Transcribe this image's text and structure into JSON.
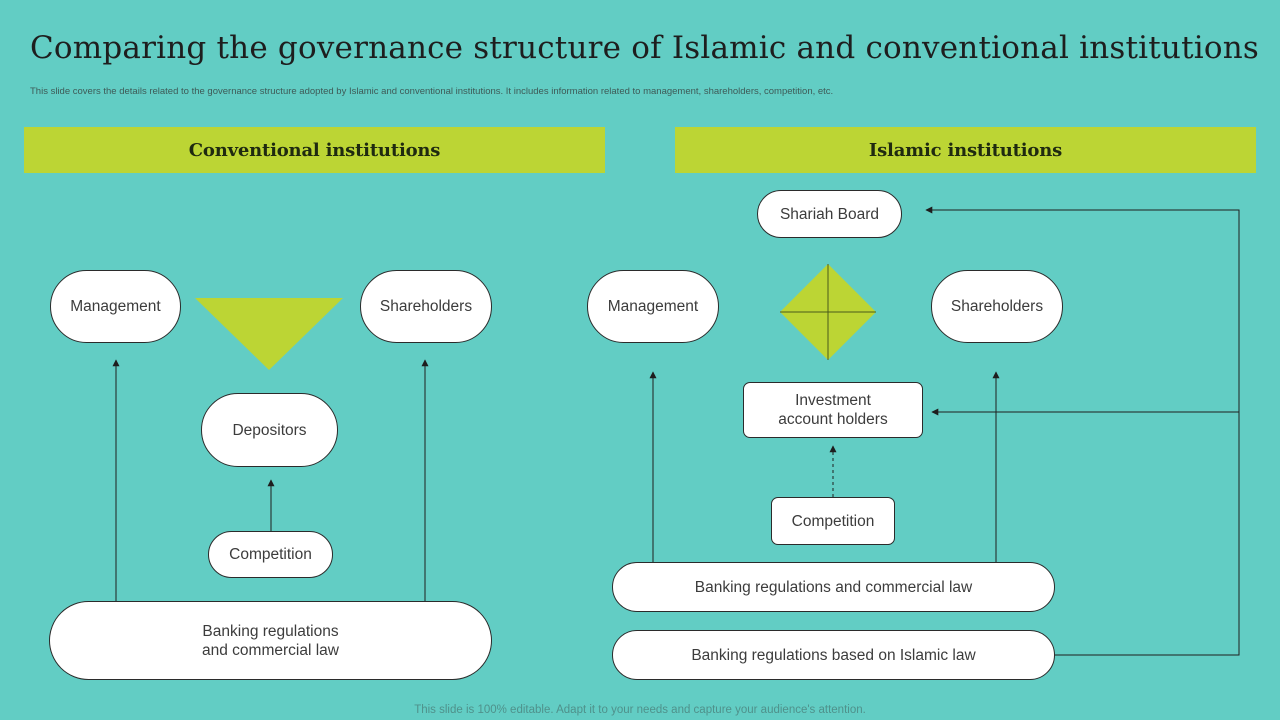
{
  "slide": {
    "title": "Comparing the governance structure of Islamic and conventional institutions",
    "subtitle": "This slide covers the details related to the governance structure adopted by Islamic and conventional institutions. It includes information related to management,   shareholders, competition, etc.",
    "footer": "This slide is 100% editable. Adapt it to your needs and capture your audience's attention."
  },
  "colors": {
    "background": "#62cdc4",
    "accent": "#bcd534",
    "node_fill": "#ffffff",
    "line": "#1e1e1e"
  },
  "conventional": {
    "header": "Conventional institutions",
    "management": "Management",
    "shareholders": "Shareholders",
    "depositors": "Depositors",
    "competition": "Competition",
    "regulations": "Banking regulations\nand commercial law"
  },
  "islamic": {
    "header": "Islamic institutions",
    "shariah_board": "Shariah Board",
    "management": "Management",
    "shareholders": "Shareholders",
    "investment_holders": "Investment\naccount holders",
    "competition": "Competition",
    "regulations_commercial": "Banking regulations and commercial law",
    "regulations_islamic": "Banking regulations based on Islamic law"
  }
}
